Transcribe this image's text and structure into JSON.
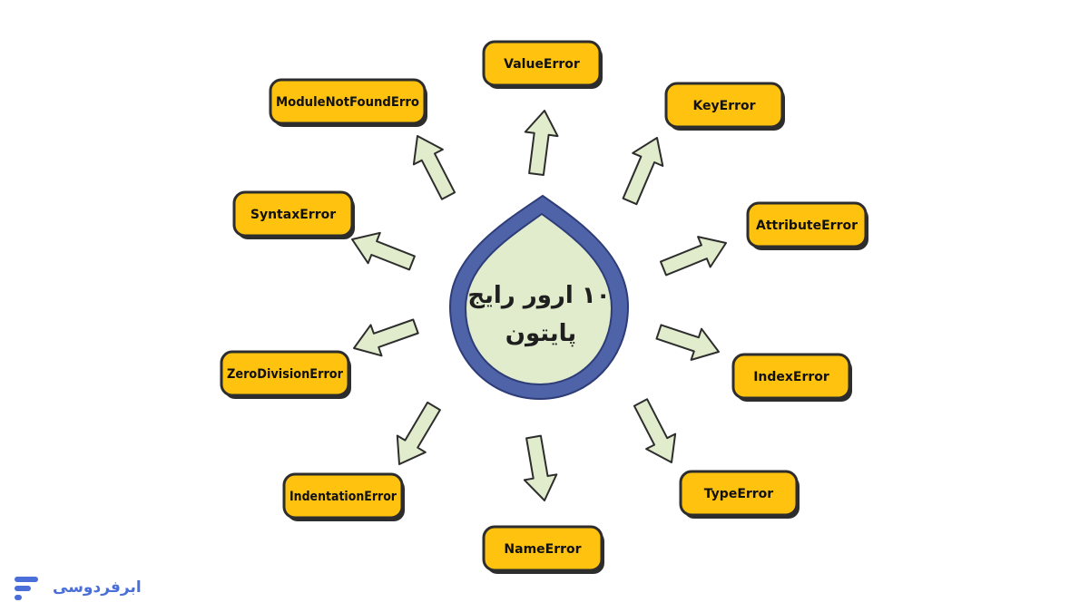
{
  "center_title_line1": "۱۰ ارور رایج",
  "center_title_line2": "پایتون",
  "errors": [
    "ValueError",
    "KeyError",
    "AttributeError",
    "IndexError",
    "TypeError",
    "NameError",
    "IndentationError",
    "ZeroDivisionError",
    "SyntaxError",
    "ModuleNotFoundErro"
  ],
  "brand": {
    "name": "ابرفردوسی"
  },
  "colors": {
    "box_fill": "#ffc20e",
    "box_stroke": "#2d2d2d",
    "arrow_fill": "#e1eccd",
    "center_outer": "#4f63a8",
    "center_inner": "#e1eccd",
    "brand": "#4b6fd8"
  }
}
